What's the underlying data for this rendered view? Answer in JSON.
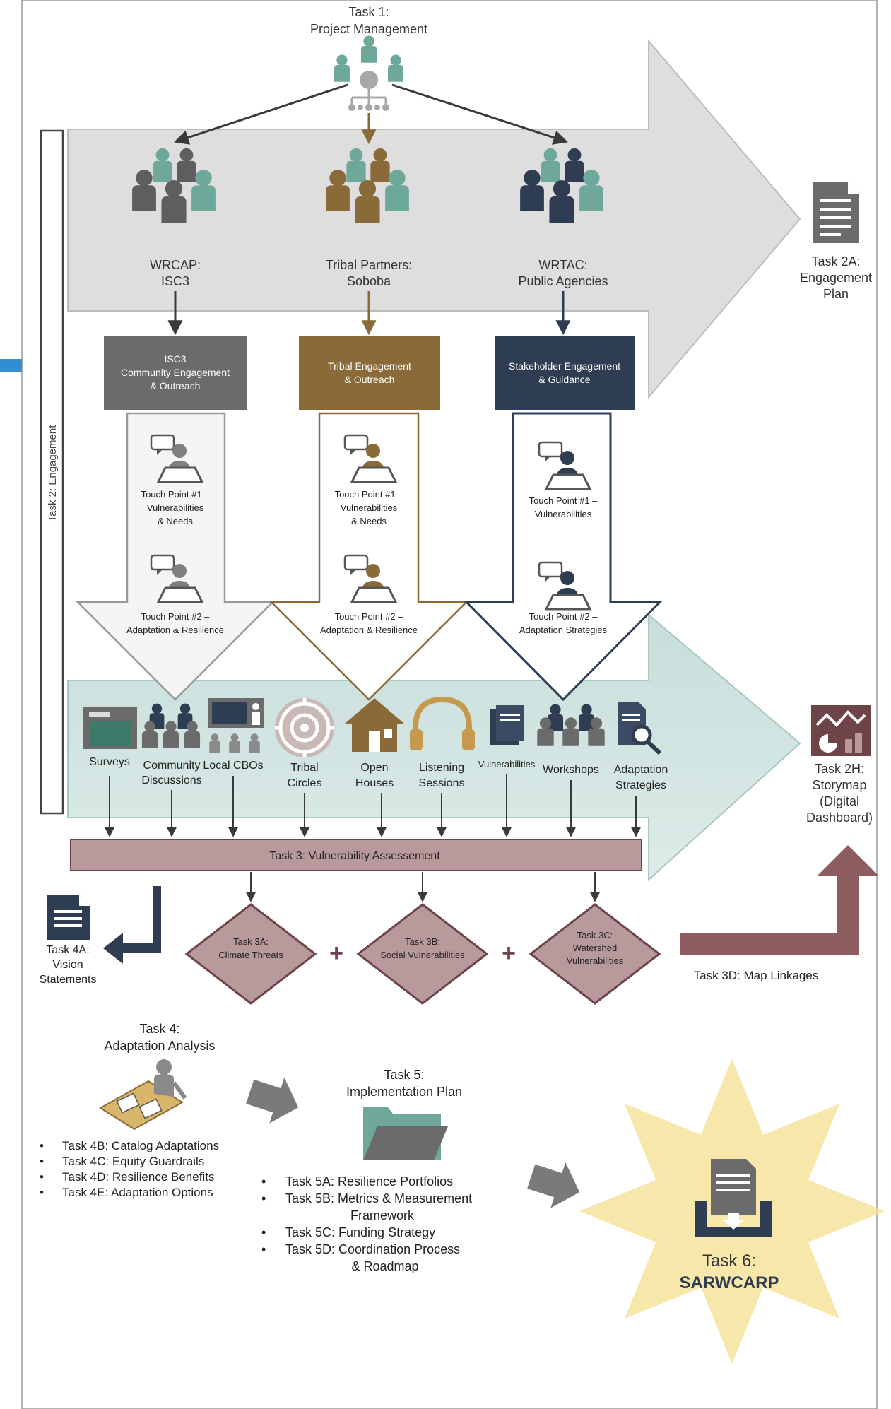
{
  "task1": {
    "line1": "Task 1:",
    "line2": "Project Management"
  },
  "partners": [
    {
      "line1": "WRCAP:",
      "line2": "ISC3",
      "box1": "ISC3",
      "box2": "Community Engagement",
      "box3": "& Outreach"
    },
    {
      "line1": "Tribal Partners:",
      "line2": "Soboba",
      "box1": "Tribal Engagement",
      "box2": "& Outreach",
      "box3": ""
    },
    {
      "line1": "WRTAC:",
      "line2": "Public Agencies",
      "box1": "Stakeholder Engagement",
      "box2": "& Guidance",
      "box3": ""
    }
  ],
  "touchpoints": {
    "col1": {
      "tp1": [
        "Touch Point #1 –",
        "Vulnerabilities",
        "& Needs"
      ],
      "tp2": [
        "Touch Point #2 –",
        "Adaptation & Resilience"
      ]
    },
    "col2": {
      "tp1": [
        "Touch Point #1 –",
        "Vulnerabilities",
        "& Needs"
      ],
      "tp2": [
        "Touch Point #2 –",
        "Adaptation & Resilience"
      ]
    },
    "col3": {
      "tp1": [
        "Touch Point #1 –",
        "Vulnerabilities"
      ],
      "tp2": [
        "Touch Point #2 –",
        "Adaptation Strategies"
      ]
    }
  },
  "engagement_label": "Task 2: Engagement",
  "task2a": [
    "Task 2A:",
    "Engagement",
    "Plan"
  ],
  "task2h": [
    "Task 2H:",
    "Storymap",
    "(Digital",
    "Dashboard)"
  ],
  "methods": [
    [
      "Surveys"
    ],
    [
      "Community",
      "Discussions"
    ],
    [
      "Local CBOs"
    ],
    [
      "Tribal",
      "Circles"
    ],
    [
      "Open",
      "Houses"
    ],
    [
      "Listening",
      "Sessions"
    ],
    [
      "Vulnerabilities"
    ],
    [
      "Workshops"
    ],
    [
      "Adaptation",
      "Strategies"
    ]
  ],
  "task3": "Task 3: Vulnerability Assessement",
  "task3_items": [
    [
      "Task 3A:",
      "Climate Threats"
    ],
    [
      "Task 3B:",
      "Social Vulnerabilities"
    ],
    [
      "Task 3C:",
      "Watershed",
      "Vulnerabilities"
    ]
  ],
  "plus": "+",
  "task3d": "Task 3D: Map Linkages",
  "task4a": [
    "Task 4A:",
    "Vision",
    "Statements"
  ],
  "task4": {
    "line1": "Task 4:",
    "line2": "Adaptation Analysis",
    "bullets": [
      "Task 4B: Catalog Adaptations",
      "Task 4C: Equity Guardrails",
      "Task 4D: Resilience Benefits",
      "Task 4E: Adaptation Options"
    ]
  },
  "task5": {
    "line1": "Task 5:",
    "line2": "Implementation Plan",
    "bullets": [
      [
        "Task 5A: Resilience Portfolios"
      ],
      [
        "Task 5B: Metrics & Measurement",
        "Framework"
      ],
      [
        "Task 5C: Funding Strategy"
      ],
      [
        "Task 5D: Coordination Process",
        "& Roadmap"
      ]
    ]
  },
  "task6": {
    "line1": "Task 6:",
    "line2": "SARWCARP"
  },
  "colors": {
    "teal": "#6ea89a",
    "gray": "#6b6b6b",
    "brown": "#8b6a3a",
    "navy": "#2e3d52",
    "mauve": "#b89a9c",
    "maroon": "#6e4448",
    "star": "#f6df8e"
  }
}
